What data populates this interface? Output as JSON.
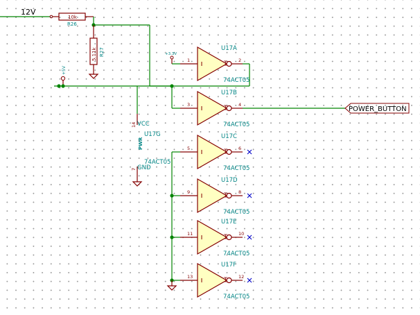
{
  "nets": {
    "supply_12v": "12V",
    "power_button": "POWER_BUTTON"
  },
  "resistors": {
    "r26": {
      "ref": "R26",
      "value": "10k"
    },
    "r27": {
      "ref": "R27",
      "value": "5.11k"
    }
  },
  "power_symbols": {
    "p33v": "+3.3V",
    "p5v": "+5V"
  },
  "gates": [
    {
      "ref": "U17A",
      "value": "74ACT05",
      "in_pin": "1",
      "out_pin": "2"
    },
    {
      "ref": "U17B",
      "value": "74ACT05",
      "in_pin": "3",
      "out_pin": "4"
    },
    {
      "ref": "U17C",
      "value": "74ACT05",
      "in_pin": "5",
      "out_pin": "6"
    },
    {
      "ref": "U17D",
      "value": "74ACT05",
      "in_pin": "9",
      "out_pin": "8"
    },
    {
      "ref": "U17E",
      "value": "74ACT05",
      "in_pin": "11",
      "out_pin": "10"
    },
    {
      "ref": "U17F",
      "value": "74ACT05",
      "in_pin": "13",
      "out_pin": "12"
    }
  ],
  "power_unit": {
    "ref": "U17G",
    "value": "74ACT05",
    "vcc_label": "VCC",
    "gnd_label": "GND",
    "vcc_pin": "14",
    "gnd_pin": "7",
    "pwr_text": "PWR"
  },
  "colors": {
    "wire": "#008400",
    "component": "#840000",
    "text": "#008484",
    "no_connect": "#0000c8"
  }
}
